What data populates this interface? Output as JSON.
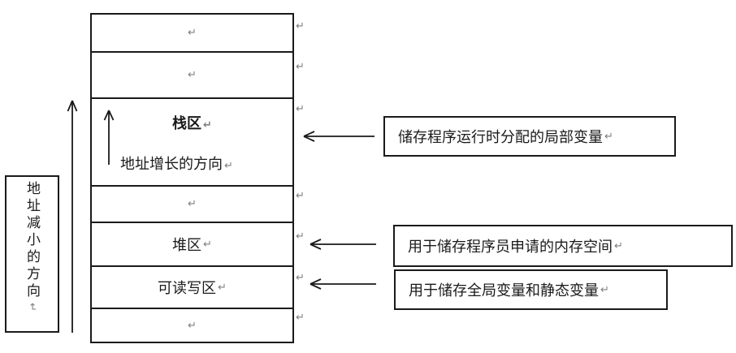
{
  "marks": {
    "pilcrow": "↵"
  },
  "left_panel": {
    "vertical_label": "地址减小的方向"
  },
  "stack": {
    "stack_area_label": "栈区",
    "address_growth_label": "地址增长的方向",
    "heap_area_label": "堆区",
    "read_write_area_label": "可读写区"
  },
  "callouts": [
    {
      "text": "储存程序运行时分配的局部变量"
    },
    {
      "text": "用于储存程序员申请的内存空间"
    },
    {
      "text": "用于储存全局变量和静态变量"
    }
  ],
  "colors": {
    "line": "#1a1a1a",
    "mark_gray": "#7f7f7f",
    "background": "#ffffff"
  }
}
